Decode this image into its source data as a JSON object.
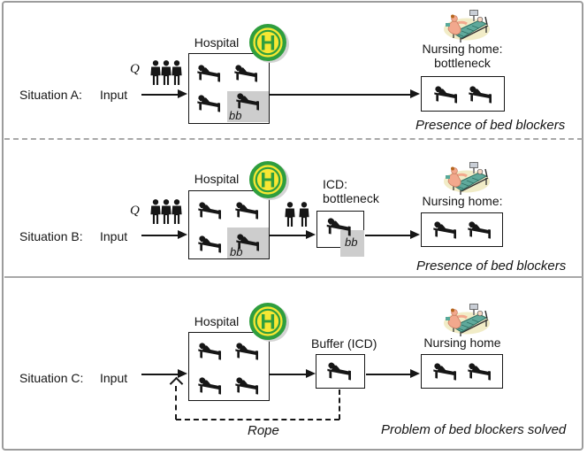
{
  "figure": {
    "description": "Bed-blockers patient flow diagram comparing three situations"
  },
  "situation_a": {
    "title": "Situation A:",
    "input_label": "Input",
    "queue_label": "Q",
    "hospital_label": "Hospital",
    "hospital_sign_letter": "H",
    "bed_blocker_label": "bb",
    "nursing_home_label_line1": "Nursing home:",
    "nursing_home_label_line2": "bottleneck",
    "annotation": "Presence of bed blockers"
  },
  "situation_b": {
    "title": "Situation B:",
    "input_label": "Input",
    "queue_label": "Q",
    "hospital_label": "Hospital",
    "hospital_sign_letter": "H",
    "hospital_bed_blocker_label": "bb",
    "icd_label_line1": "ICD:",
    "icd_label_line2": "bottleneck",
    "icd_bed_blocker_label": "bb",
    "nursing_home_label": "Nursing home:",
    "annotation": "Presence of bed blockers"
  },
  "situation_c": {
    "title": "Situation C:",
    "input_label": "Input",
    "hospital_label": "Hospital",
    "hospital_sign_letter": "H",
    "buffer_label": "Buffer (ICD)",
    "nursing_home_label": "Nursing home",
    "rope_label": "Rope",
    "annotation": "Problem of bed blockers solved"
  },
  "icons": {
    "bed": "black hospital-bed pictogram",
    "person": "black standing-person pictogram",
    "hospital_sign": "green-yellow circular H sign",
    "nursing_clipart": "nurse tending patient in bed clipart"
  },
  "colors": {
    "text": "#161616",
    "line": "#161616",
    "frame_gray": "#9c9c9c",
    "divider_gray": "#a8a8a8",
    "bed_blocker_gray": "#cdcdcd",
    "sign_green": "#2f9e3e",
    "sign_yellow": "#f7e733",
    "clipart_cream": "#f1ecc7",
    "clipart_teal": "#5fa99b",
    "clipart_skin": "#f2a88d"
  }
}
